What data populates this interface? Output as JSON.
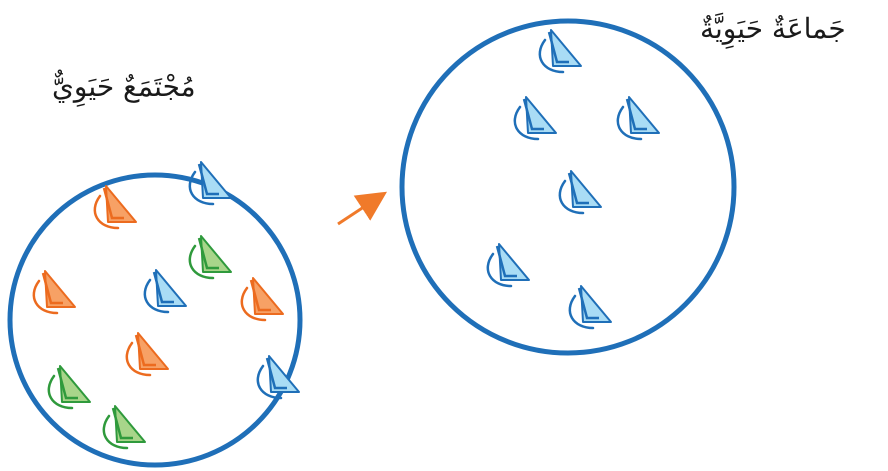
{
  "labels": {
    "community": "مُجْتَمَعٌ حَيَوِيٌّ",
    "population": "جَماعَةٌ حَيَوِيَّةٌ"
  },
  "colors": {
    "circle": "#1f6fb8",
    "arrow": "#f07a2a",
    "blue_fill": "#a9dcf5",
    "blue_stroke": "#1f6fb8",
    "orange_fill": "#f7a165",
    "orange_stroke": "#ec6b1f",
    "green_fill": "#a8d58a",
    "green_stroke": "#2f9a3c"
  },
  "community_organisms": [
    "orange",
    "blue",
    "green",
    "orange",
    "blue",
    "orange",
    "orange",
    "blue",
    "green",
    "green"
  ],
  "population_organisms": [
    "blue",
    "blue",
    "blue",
    "blue",
    "blue",
    "blue"
  ],
  "icon_name": "organism-shell-icon"
}
